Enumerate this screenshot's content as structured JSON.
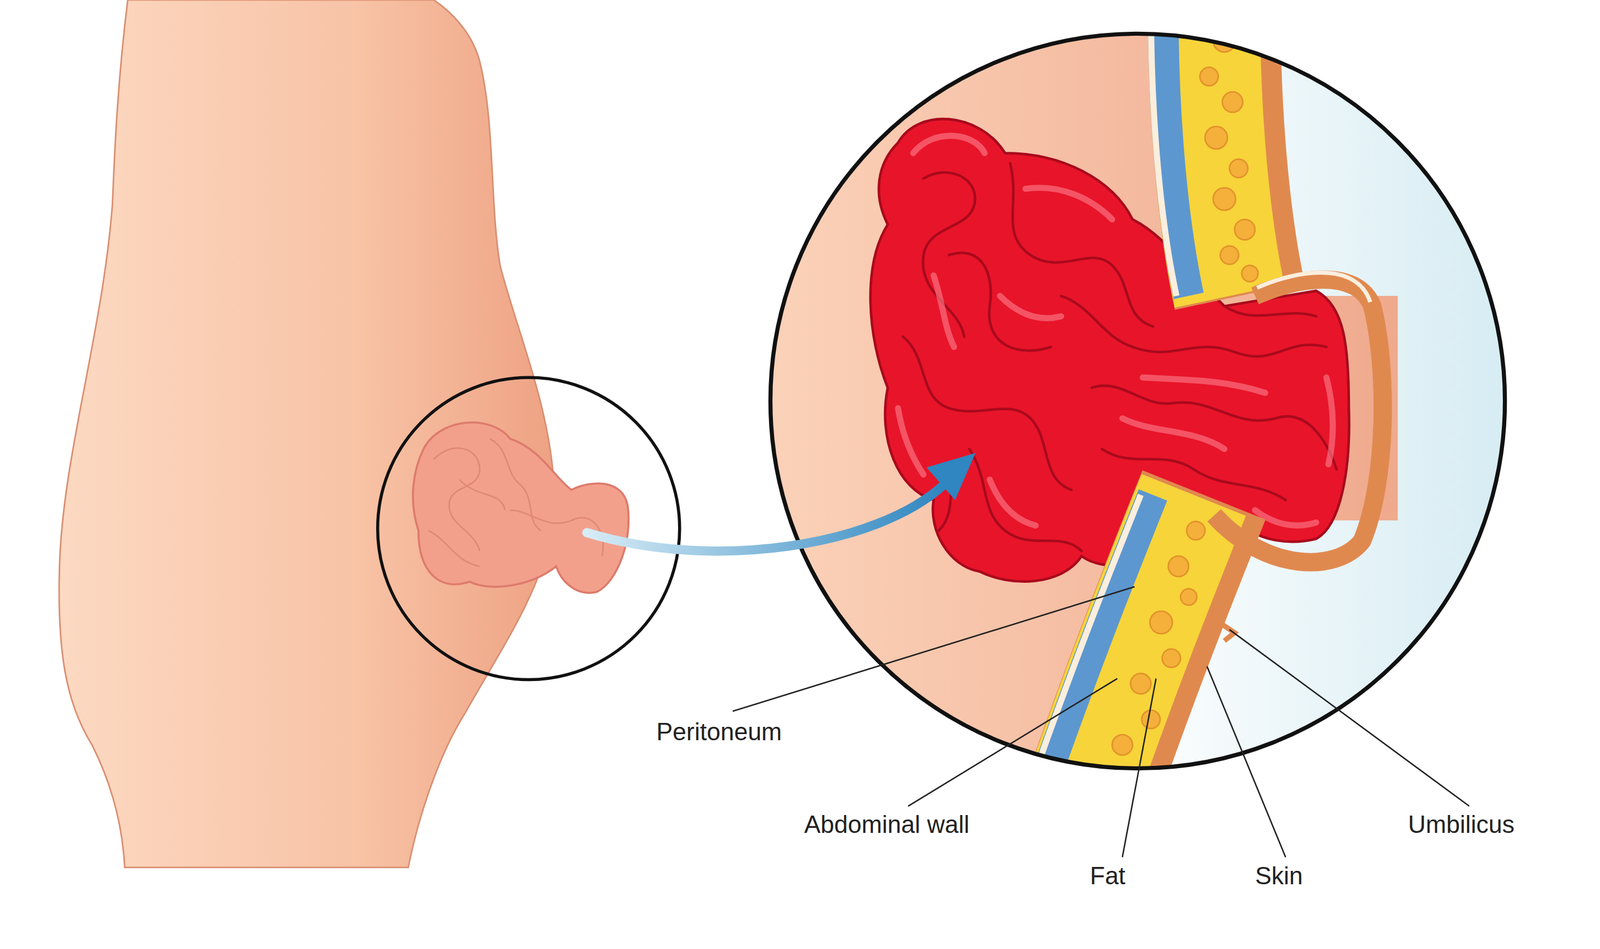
{
  "diagram": {
    "labels": [
      "Peritoneum",
      "Abdominal wall",
      "Fat",
      "Skin",
      "Umbilicus"
    ]
  }
}
